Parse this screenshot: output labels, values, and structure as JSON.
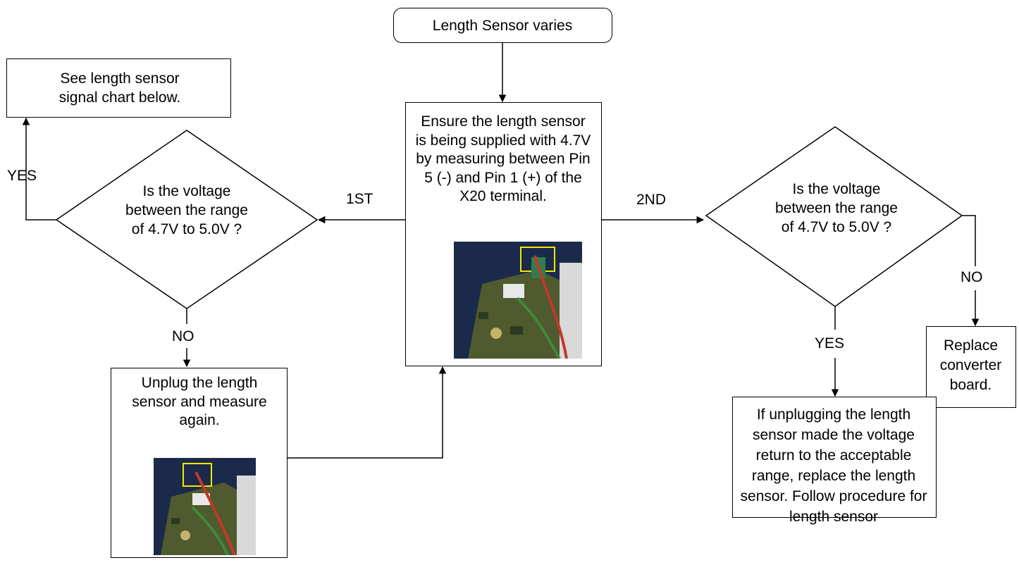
{
  "start": {
    "text": "Length Sensor varies"
  },
  "ensure": {
    "text": "Ensure the length sensor is being supplied with 4.7V by measuring between Pin 5 (-) and Pin 1 (+) of the X20 terminal."
  },
  "left_decision": {
    "text": "Is the voltage between the range of 4.7V to 5.0V ?"
  },
  "right_decision": {
    "text": "Is the voltage between the range of 4.7V to 5.0V ?"
  },
  "see_chart": {
    "text": "See length sensor signal chart below."
  },
  "unplug": {
    "text": "Unplug the length sensor and measure again."
  },
  "replace_board": {
    "text": "Replace converter board."
  },
  "replace_sensor": {
    "text": "If unplugging the length sensor made the voltage return to the acceptable range, replace the length sensor.  Follow procedure for length sensor"
  },
  "labels": {
    "first": "1ST",
    "second": "2ND",
    "yes_left": "YES",
    "no_left": "NO",
    "yes_right": "YES",
    "no_right": "NO"
  },
  "colors": {
    "line": "#000000",
    "photo_bg": "#1b2a4a",
    "board_green": "#4f5a2e",
    "highlight": "#f2e600",
    "wire_red": "#c0392b",
    "wire_green": "#3f8a3a"
  },
  "icons": [
    "circuit-board-photo",
    "arrow-head"
  ]
}
